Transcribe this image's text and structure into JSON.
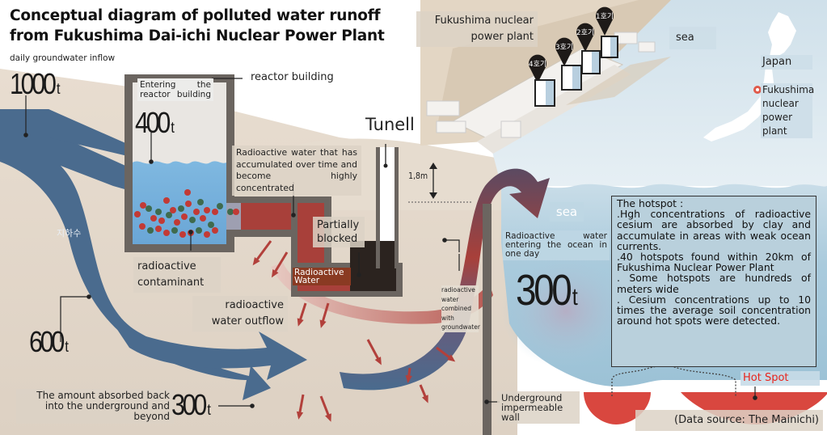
{
  "title": {
    "line1": "Conceptual diagram of polluted water runoff",
    "line2": "from Fukushima Dai-ichi Nuclear Power Plant"
  },
  "inflow": {
    "caption": "daily groundwater inflow",
    "amount": "1000",
    "unit": "t"
  },
  "reactor": {
    "label": "reactor building",
    "entering_caption": "Entering the reactor building",
    "entering_amount": "400",
    "unit": "t",
    "contaminant_label": "radioactive contaminant"
  },
  "groundwater": {
    "korean_label": "지하수",
    "amount": "600",
    "unit": "t",
    "absorbed_caption": "The amount absorbed back into the underground and beyond",
    "absorbed_amount": "300",
    "absorbed_unit": "t"
  },
  "tunnel": {
    "label": "Tunell",
    "accumulated_caption": "Radioactive water that has accumulated over time and become highly concentrated",
    "blocked_caption": "Partially blocked",
    "water_label": "Radioactive Water",
    "height_marker": "1,8m"
  },
  "outflow": {
    "label": "radioactive water outflow",
    "combined_label": "radioactive water combined with groundwater"
  },
  "wall": {
    "label": "Underground impermeable wall"
  },
  "ocean": {
    "sea_label_top": "sea",
    "sea_label_bottom": "sea",
    "entering_caption": "Radioactive water entering the ocean in one day",
    "amount": "300",
    "unit": "t",
    "hotspot_label": "Hot Spot"
  },
  "hotspot_info": {
    "heading": "The hotspot :",
    "points": [
      ".Hgh concentrations of radioactive cesium are absorbed by clay and accumulate in areas with weak ocean currents.",
      ".40 hotspots found within 20km of Fukushima Nuclear Power Plant",
      ". Some hotspots are hundreds of meters wide",
      ". Cesium concentrations up to 10 times the average soil concentration around hot spots were detected."
    ]
  },
  "plant": {
    "label": "Fukushima nuclear power plant",
    "units": [
      "1호기",
      "2호기",
      "3호기",
      "4호기"
    ]
  },
  "map": {
    "country_label": "Japan",
    "plant_label": "Fukushima nuclear power plant"
  },
  "source": "(Data source: The Mainichi)",
  "colors": {
    "groundwater": "#4a6b8e",
    "radioactive": "#a8403a",
    "sea": "#a9cadc",
    "soil": "#e6dccf",
    "hotspot": "#d9473f",
    "hotspot_text": "#e8231c"
  }
}
